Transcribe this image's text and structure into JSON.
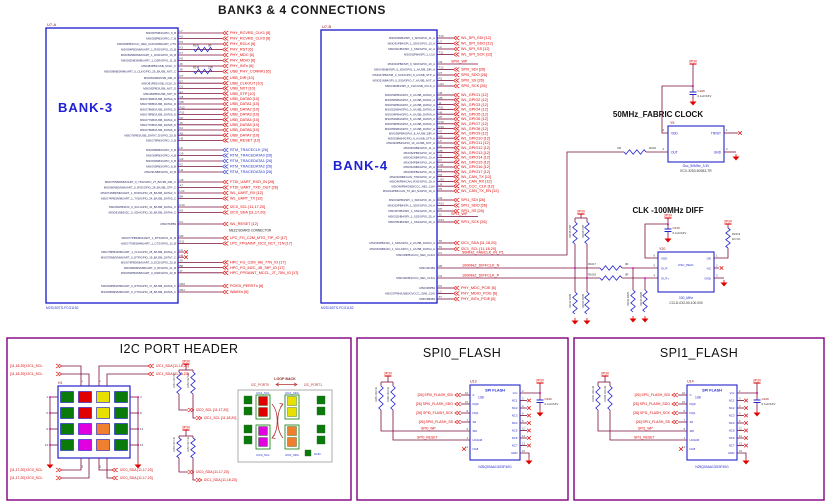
{
  "sheet": {
    "title": "BANK3 & 4 CONNECTIONS"
  },
  "bank3": {
    "refdes": "U7-A",
    "label": "BANK-3",
    "part": "M2S150TS-FCG1152",
    "note": "MEZZ BOARD CONNECTOR",
    "groups": [
      {
        "y": 33,
        "s": 5.5,
        "rows": [
          [
            "MSIO87NB3/GPIO_6_B",
            "L7",
            "PHY_RCVRD_CLK1 [6]",
            "r"
          ],
          [
            "MSIO85PB3/GPIO_7_B",
            "K5",
            "PHY_RCVRD_CLK0 [6]",
            "r"
          ],
          [
            "MSIO83PB3/CCC_NE0_CLKI3/MMUART_CTS",
            "P3",
            "PHY_RCLK [6]",
            "r"
          ],
          [
            "MSIO84PB3/MMUART_1_RXD/GPIO_13_B",
            "K3",
            "PHY_RST [6]",
            "r",
            [
              "R141",
              "0R"
            ]
          ],
          [
            "MSIO84NB3/MMUART_1_DCD/GPIO_16_B",
            "K7",
            "PHY_MDC [6]",
            "r"
          ],
          [
            "MSIO82NB3/MMUART_1_DSR/GPIO_11_B",
            "K6",
            "PHY_MDIO [6]",
            "r"
          ],
          [
            "MSIO86PB3/USB_SCLK_C",
            "J6",
            "PHY_INTn [6]",
            "r"
          ],
          [
            "MSIO88NB3/MMUART_0_CLK/GPIO_29_B/USB_NXT_C",
            "J8",
            "USB_PHY_CONN#1 [6]",
            "r",
            [
              "R146",
              "22R"
            ]
          ]
        ]
      },
      {
        "y": 78,
        "s": 5.2,
        "rows": [
          [
            "MSIO81NB3/USB_DIR_D",
            "D7",
            "USB_DIR [10]",
            "r"
          ],
          [
            "MSIO81PB3/USB_XCLK_D",
            "E7",
            "USB_CLKOUT [10]",
            "r"
          ],
          [
            "MSIO82PB3/USB_NXT_D",
            "D1",
            "USB_NXT [10]",
            "r"
          ],
          [
            "MSIO80PB3/USB_STP_D",
            "E1",
            "USB_STP [10]",
            "r"
          ],
          [
            "MSIO79NB3/USB_DATA0_D",
            "C8",
            "USB_DATA0 [10]",
            "r"
          ],
          [
            "MSIO79PB3/USB_DATA1_D",
            "M8",
            "USB_DATA1 [10]",
            "r"
          ],
          [
            "MSIO78NB3/USB_DATA2_D",
            "P12",
            "USB_DATA2 [10]",
            "r"
          ],
          [
            "MSIO78PB3/USB_DATA3_D",
            "P11",
            "USB_DATA3 [10]",
            "r"
          ],
          [
            "MSIO77NB3/USB_DATA4_D",
            "F8",
            "USB_DATA4 [10]",
            "r"
          ],
          [
            "MSIO77PB3/USB_DATA5_D",
            "J5",
            "USB_DATA5 [10]",
            "r"
          ],
          [
            "MSIO76NB3/USB_DATA6_D",
            "K4",
            "USB_DATA6 [10]",
            "r"
          ],
          [
            "MSIO76PB3/USB_DATA7_D/GPIO_20_B",
            "A5",
            "USB_DATA7 [10]",
            "r"
          ],
          [
            "MSIO75PB3/GPIO_3_B",
            "H5",
            "USB_RESET [10]",
            "r"
          ]
        ]
      },
      {
        "y": 150,
        "s": 5.5,
        "rows": [
          [
            "MSIO89NB3/GPIO_5_B",
            "L8",
            "RTM_TRACECLK [26]",
            "b"
          ],
          [
            "MSIO89PB3/GPIO_4_B",
            "G9",
            "RTM_TRACEDATA0 [26]",
            "b"
          ],
          [
            "MSIO90NB3/GPIO_9_B",
            "G3",
            "RTM_TRACEDATA1 [26]",
            "b"
          ],
          [
            "MSIO90PB3/GPIO_8_B",
            "K2",
            "RTM_TRACEDATA2 [26]",
            "b"
          ],
          [
            "MSIO91NB3/GPIO_10_B",
            "H4",
            "RTM_TRACEDATA3 [26]",
            "b"
          ]
        ]
      },
      {
        "y": 182,
        "s": 5.5,
        "rows": [
          [
            "MSIO75NB3/MMUART_0_TXD/GPIO_27_B/USB_DIR_C",
            "G8",
            "FTDI_UART_RXD_IN [26]",
            "r"
          ],
          [
            "MSIO80NB3/MMUART_0_RXD/GPIO_28_B/USB_STP_C",
            "A7",
            "FTDI_UART_TXD_OUT [26]",
            "r"
          ],
          [
            "MSIO74NB3/MMUART_1_RXD/GPIO_26_B/USB_DATA2_C",
            "L10",
            "WL_UART_RX [12]",
            "r"
          ],
          [
            "MSIO74PB3/MMUART_1_TXD/GPIO_24_B/USB_DATA3_C",
            "B9",
            "WL_UART_TX [12]",
            "r"
          ]
        ]
      },
      {
        "y": 207,
        "s": 5.5,
        "rows": [
          [
            "MSIO81PB3/I2C_0_SCL/GPIO_31_B/USB_DATA1_C",
            "K10",
            "I2C0_SCL [11,17,20]",
            "r"
          ],
          [
            "MSIO81NB3/I2C_0_SDA/GPIO_30_B/USB_DATA4_C",
            "K9",
            "I2C0_SDA [11,17,20]",
            "r"
          ]
        ]
      },
      {
        "y": 224,
        "s": 5.5,
        "rows": [
          [
            "MSIO76PB3",
            "F4",
            "WL_RESET [12]",
            "r"
          ]
        ]
      },
      {
        "y": 238,
        "s": 5.5,
        "rows": [
          [
            "MSIO77PB3/MMUART_1_RTS/GPIO_11_B",
            "M2",
            "LPC_FG_C2M_MTO_TIP_IO [17]",
            "r"
          ],
          [
            "MSIO77NB3/MMUART_1_CTS/GPIO_12_B",
            "E11",
            "LPC_FPGAINT_I2C2_N1T_71N [17]",
            "r"
          ]
        ]
      },
      {
        "y": 252,
        "s": 5.2,
        "rows": [
          [
            "MSIO78PB3/MMUART_1_CLK/GPIO_25_B/USB_DATA4_C",
            "L9",
            "",
            "n"
          ],
          [
            "MSIO78NB3/MMUART_0_DTR/GPIO_19_B/USB_DATA7_C",
            "H9",
            "",
            "n"
          ],
          [
            "MSIO79PB3/MMUART_0_DCD/GPIO_20_B",
            "J9",
            "HPC_FG_C2M_HB_77N_IO [17]",
            "r"
          ],
          [
            "MSIO80NB3/MMUART_0_RI/GPIO_21_B",
            "B8",
            "HPC_FG_M2C_JB_78P_IO [17]",
            "r"
          ],
          [
            "MSIO82PB3/MMUART_0_DSR/GPIO_22_B",
            "J7",
            "HPC_FPGAINT_MCCL_JT_75N_IO [17]",
            "r"
          ]
        ]
      },
      {
        "y": 286,
        "s": 6,
        "rows": [
          [
            "MSIO83PB3/MMUART_0_RTS/GPIO_17_B/USB_DATA6_C",
            "M10",
            "PCIE0_PERSTn [6]",
            "g"
          ],
          [
            "MSIO83NB3/MMUART_0_CTS/GPIO_18_B/USB_DATA5_C",
            "M11",
            "WAKEn [6]",
            "g"
          ]
        ]
      }
    ]
  },
  "bank4": {
    "refdes": "U7-B",
    "label": "BANK-4",
    "part": "M2S150TS-FCG1152",
    "groups": [
      {
        "y": 38,
        "s": 5.5,
        "rows": [
          [
            "MSIO92NB4/SPI_1_SDI/GPIO_11_A",
            "T10",
            "WL_SPI_SDI [12]",
            "r"
          ],
          [
            "MSIO91PB4/SPI_1_SDO/GPIO_13_A",
            "L3",
            "WL_SPI_SDO [12]",
            "r"
          ],
          [
            "MSIO91NB4/SPI_1_SS0/GPIO_12_A",
            "L2",
            "WL_SPI_SS [12]",
            "r"
          ],
          [
            "MSIO92PB4/SPI_1_CLK",
            "T11",
            "WL_SPI_SCK [12]",
            "r"
          ]
        ]
      },
      {
        "y": 64,
        "s": 5.5,
        "rows": [
          [
            "MSIO43PB4/SPI_0_SDO/GPIO_23_A",
            "N3",
            "SPI0_WP",
            "p"
          ],
          [
            "MSIO45NB4/SPI_0_SDI/GPIO_1_A/USB_DIR_A",
            "T12",
            "SPI0_SDI [26]",
            "r"
          ],
          [
            "MSIO47PB4/SPI_0_SCK/GPIO_8_A/USB_STP_A",
            "R7",
            "SPI0_SDO [26]",
            "r"
          ],
          [
            "MSIO51NB4/SPI_0_SS0/GPIO_7_A/USB_NXT_A",
            "R2",
            "SPI0_SS [26]",
            "r"
          ],
          [
            "MSIO49NB4/SPI_0_CLK/USB_XCLK_A",
            "U12",
            "SPI0_SCK [26]",
            "r"
          ]
        ]
      },
      {
        "y": 95,
        "s": 4.8,
        "rows": [
          [
            "MSIO50PB4/GPIO_0_A/USB_DATA0_A",
            "N5",
            "WL_GPIO1 [12]",
            "r"
          ],
          [
            "MSIO50NB4/GPIO_1_A/USB_DATA1_A",
            "M6",
            "WL_GPIO2 [12]",
            "r"
          ],
          [
            "MSIO52PB4/GPIO_2_A/USB_DATA2_A",
            "J1",
            "WL_GPIO3 [12]",
            "r"
          ],
          [
            "MSIO52NB4/GPIO_3_A/USB_DATA3_A",
            "R11",
            "WL_GPIO4 [12]",
            "r"
          ],
          [
            "MSIO54PB4/GPIO_4_A/USB_DATA4_A",
            "N6",
            "WL_GPIO5 [12]",
            "r"
          ],
          [
            "MSIO54NB4/GPIO_5_A/USB_DATA5_A",
            "M7",
            "WL_GPIO6 [12]",
            "r"
          ],
          [
            "MSIO56PB4/GPIO_6_A/USB_DATA6_A",
            "P10",
            "WL_GPIO7 [12]",
            "r"
          ],
          [
            "MSIO56NB4/GPIO_7_A/USB_DATA7_A",
            "R10",
            "WL_GPIO8 [12]",
            "r"
          ],
          [
            "MSIO58PB4/GPIO_8_A/USB_DIR_A",
            "N7",
            "WL_GPIO9 [12]",
            "r"
          ],
          [
            "MSIO58NB4/GPIO_9_A/USB_STP_A",
            "M9",
            "WL_GPIO10 [12]",
            "r"
          ],
          [
            "MSIO60PB4/GPIO_10_A/USB_NXT_A",
            "L5",
            "WL_GPIO11 [12]",
            "r"
          ],
          [
            "MSIO60NB4/GPIO_11_A",
            "L6",
            "WL_GPIO12 [12]",
            "r"
          ],
          [
            "MSIO62PB4/GPIO_12_A",
            "M5",
            "WL_GPIO13 [12]",
            "r"
          ],
          [
            "MSIO62NB4/GPIO_13_A",
            "N9",
            "WL_GPIO14 [12]",
            "r"
          ],
          [
            "MSIO64PB4/GPIO_14_A",
            "P7",
            "WL_GPIO15 [12]",
            "r"
          ],
          [
            "MSIO64NB4/GPIO_15_A",
            "U11",
            "WL_GPIO16 [12]",
            "r"
          ],
          [
            "MSIO66PB4/GPIO_16_A",
            "P4",
            "WL_GPIO17 [12]",
            "r"
          ],
          [
            "MSIO46NB4/CAN_TXD/GPIO_17_A",
            "K8",
            "WL_CAN_TX [12]",
            "r"
          ],
          [
            "MSIO46PB4/CAN_RXD/GPIO_18_A",
            "U10",
            "WL_CAN_RX [12]",
            "r"
          ],
          [
            "MSIO48PB4/GB0/CCC_NE1_CLKI",
            "U9",
            "WL_CCC_CLK [12]",
            "r"
          ],
          [
            "MSIO44PB4/CAN_TX_EN_N/GPIO_19_A",
            "P9",
            "WL_CAN_TX_EN [12]",
            "r"
          ]
        ]
      },
      {
        "y": 200,
        "s": 5.5,
        "rows": [
          [
            "MSIO42PB4/SPI_1_SDI/GPIO_21_A",
            "N4",
            "SPI1_SDI [26]",
            "r"
          ],
          [
            "MSIO53PB4/SPI_1_SDO/GPIO_24_A",
            "R12",
            "SPI1_SDO [26]",
            "r"
          ],
          [
            "MSIO57PB4/SPI_1_SS2/GPIO_15_A",
            "P5",
            "SPI1_SS [26]",
            "r"
          ],
          [
            "MSIO52NB4/SPI_1_SS3/GPIO_25_A",
            "J2",
            "SPI1_WP",
            "p"
          ],
          [
            "MSIO55NB4/SPI_1_SS4/GPIO_26_A",
            "R13",
            "SPI1_SCK [26]",
            "r"
          ]
        ]
      },
      {
        "y": 243,
        "s": 6,
        "rows": [
          [
            "MSIO40PB4/I2C_1_SDA/GPIO_2_A/USB_DATA3_A",
            "T8",
            "I2C1_SDA [11,18,20]",
            "r"
          ],
          [
            "MSIO40NB4/I2C_1_SCL/GPIO_1_A/USB_DATA4_A",
            "T6",
            "I2C1_SCL [11,18,20]",
            "r"
          ]
        ]
      },
      {
        "y": 255,
        "s": 5.5,
        "rows": [
          [
            "MSIO39PB4/CCC_NE0_CLKI1",
            "P1",
            "50MHZ_FABCLK_IN_P1",
            "p50"
          ]
        ]
      },
      {
        "y": 268,
        "s": 10,
        "rows": [
          [
            "MSIO41NB4",
            "M1",
            "100MHZ_DIFFCLK_N",
            "pd"
          ],
          [
            "MSIO41PB4/CCC_NE1_CLKI1",
            "N1",
            "100MHZ_DIFFCLK_P",
            "pd"
          ]
        ]
      },
      {
        "y": 288,
        "s": 5.5,
        "rows": [
          [
            "MSIO38PB4",
            "P2",
            "PHY_MDC_PCIE [6]",
            "r"
          ],
          [
            "MSIO37PB4/USB0/GVCCC_SW0_CLKI",
            "L1",
            "PHY_MDIO_PCIE [6]",
            "r"
          ],
          [
            "MSIO38NB4",
            "T7",
            "PHY_INTn_PCIE [6]",
            "r"
          ]
        ]
      }
    ]
  },
  "clk50": {
    "title": "50MHz_FABRIC CLOCK",
    "refdes": "Y5",
    "pins": {
      "vdd": "VDD",
      "out": "OUT",
      "tri": "TRI/ST",
      "gnd": "GND"
    },
    "nums": {
      "vdd": "4",
      "out": "3",
      "tri": "1",
      "gnd": "2"
    },
    "name": "Osc_50MHz_3.3V",
    "part": "ECX-3253-500B3-TR",
    "cap_ref": "C169",
    "cap_val": "0.1uF/16V",
    "res_ref": "R204",
    "res_val": "0R",
    "pwr": "3P3V"
  },
  "clk100": {
    "title": "CLK -100MHz DIFF",
    "refdes": "Y20",
    "inner": "OSC_PECL",
    "pins_left": [
      [
        "6",
        "VDD"
      ],
      [
        "5",
        "OUT-"
      ],
      [
        "4",
        "OUT+"
      ]
    ],
    "pins_right": [
      [
        "1",
        "OE"
      ],
      [
        "2",
        "NC"
      ],
      [
        "3",
        "GND"
      ]
    ],
    "name": "100_MHz",
    "part": "CCLD-033-50-100.000",
    "cap_ref": "C215",
    "cap_val": "0.1uF/16V",
    "pullup": [
      "R1013",
      "1K/1%"
    ],
    "series": [
      [
        "R1017",
        "0R"
      ],
      [
        "R1018",
        "0R"
      ]
    ],
    "top_res": [
      [
        "R1016",
        "DNP"
      ],
      [
        "R1026",
        "DNP"
      ]
    ],
    "bot_res": [
      [
        "R1012",
        "49R9"
      ],
      [
        "R1025",
        "49R9"
      ],
      [
        "R1011",
        "49R9"
      ],
      [
        "R1015",
        "49R9"
      ]
    ],
    "pwr": "3P3V"
  },
  "i2c": {
    "title": "I2C PORT HEADER",
    "refdes": "H1",
    "pwr": "3P3V",
    "top_left_labels": [
      "[11,18,20]  I2C1_SCL",
      "[11,18,20]  I2C1_SCL"
    ],
    "top_right_labels": [
      "I2C1_SDA  [11,18,20]",
      "I2C1_SDA  [11,18,20]"
    ],
    "bottom_left_labels": [
      "[11,17,20]  I2C0_SCL",
      "[11,17,20]  I2C0_SCL"
    ],
    "bottom_mid_labels": [
      "I2C0_SDA  [11,17,20]",
      "I2C0_SDA  [11,17,20]"
    ],
    "pullup_a": {
      "refs": [
        "R151",
        "R152"
      ],
      "val": "4K7 1%",
      "nets": [
        "I2C0_SCL [11,17,20]",
        "I2C1_SCL [11,18,20]"
      ]
    },
    "pullup_b": {
      "refs": [
        "R153",
        "R154"
      ],
      "val": "4K7 1%",
      "nets": [
        "I2C0_SDA [11,17,20]",
        "I2C1_SDA [11,18,20]"
      ]
    },
    "pins_left": [
      "1",
      "5",
      "9",
      "13"
    ],
    "pins_right": [
      "4",
      "8",
      "12",
      "16"
    ],
    "pins_top": [
      "2",
      "3"
    ],
    "pins_bottom": [
      "14",
      "15"
    ],
    "grid": [
      [
        "green",
        "red",
        "yellow",
        "green"
      ],
      [
        "green",
        "red",
        "yellow",
        "green"
      ],
      [
        "green",
        "magenta",
        "orange",
        "green"
      ],
      [
        "green",
        "magenta",
        "orange",
        "green"
      ]
    ],
    "loopback": {
      "title": "LOOP BACK",
      "left_port": "I2C_PORT0",
      "right_port": "I2C_PORT1",
      "scl_top": "I2C1_SCL",
      "sda_top": "I2C1_SDA",
      "scl_bot": "I2C0_SCL",
      "sda_bot": "I2C0_SDA",
      "gnd": "GND"
    }
  },
  "spi0": {
    "title": "SPI0_FLASH",
    "refdes": "U13",
    "chip_title": "SPI FLASH",
    "size": "1Gb",
    "part": "N25Q00AA13GSF40G",
    "signals": [
      "[26]  SPI0_FLASH_SDI",
      "[26]  SPI0_FLASH_SDO",
      "[26]  SPI0_FLASH_SCK",
      "[26]  SPI0_FLASH_SS"
    ],
    "wp_net": "SPI0_WP",
    "reset_net": "SPI0_RESET",
    "pullups": [
      [
        "R165",
        "10K/1%"
      ],
      [
        "R166",
        "10K/1%"
      ]
    ],
    "cap_ref": "C226",
    "cap_val": "0.1uF/16V",
    "pwr": "3P3V",
    "left_pins": [
      [
        "16",
        "C"
      ],
      [
        "15",
        "DQ0"
      ],
      [
        "8",
        "DQ1"
      ],
      [
        "7",
        "S#"
      ],
      [
        "9",
        "W#"
      ],
      [
        "1",
        "HOLD#"
      ],
      [
        "14",
        "NC8"
      ]
    ],
    "right_pins": [
      [
        "2",
        "Vcc"
      ],
      [
        "3",
        "NC1"
      ],
      [
        "4",
        "NC2"
      ],
      [
        "5",
        "NC3"
      ],
      [
        "6",
        "NC4"
      ],
      [
        "11",
        "NC5"
      ],
      [
        "12",
        "NC6"
      ],
      [
        "13",
        "NC7"
      ],
      [
        "10",
        "GND"
      ]
    ]
  },
  "spi1": {
    "title": "SPI1_FLASH",
    "refdes": "U14",
    "chip_title": "SPI FLASH",
    "size": "1Gb",
    "part": "N25Q00AA13GSF40G",
    "signals": [
      "[26]  SPI1_FLASH_SDI",
      "[26]  SPI1_FLASH_SDO",
      "[26]  SPI1_FLASH_SCK",
      "[26]  SPI1_FLASH_SS"
    ],
    "wp_net": "SPI1_WP",
    "reset_net": "SPI1_RESET",
    "pullups": [
      [
        "R1034",
        "10K/1%"
      ],
      [
        "R1035",
        "10K/1%"
      ]
    ],
    "cap_ref": "C229",
    "cap_val": "0.1uF/16V",
    "pwr": "3P3V",
    "left_pins": [
      [
        "16",
        "C"
      ],
      [
        "15",
        "DQ0"
      ],
      [
        "8",
        "DQ1"
      ],
      [
        "7",
        "S#"
      ],
      [
        "9",
        "W#"
      ],
      [
        "1",
        "HOLD#"
      ],
      [
        "14",
        "NC8"
      ]
    ],
    "right_pins": [
      [
        "2",
        "Vcc"
      ],
      [
        "3",
        "NC1"
      ],
      [
        "4",
        "NC2"
      ],
      [
        "5",
        "NC3"
      ],
      [
        "6",
        "NC4"
      ],
      [
        "11",
        "NC5"
      ],
      [
        "12",
        "NC6"
      ],
      [
        "13",
        "NC7"
      ],
      [
        "10",
        "GND"
      ]
    ]
  },
  "colors": {
    "wire": "#7a0f3c",
    "net_red": "#e00000",
    "net_blue": "#2233cc",
    "component_blue": "#2222cc",
    "bank_border": "#1818cc",
    "box_border": "#800080",
    "junction": "#ff40ff",
    "green": "#0a7a0a",
    "red": "#e00000",
    "yellow": "#e8e000",
    "magenta": "#e000e0",
    "orange": "#f08030"
  }
}
